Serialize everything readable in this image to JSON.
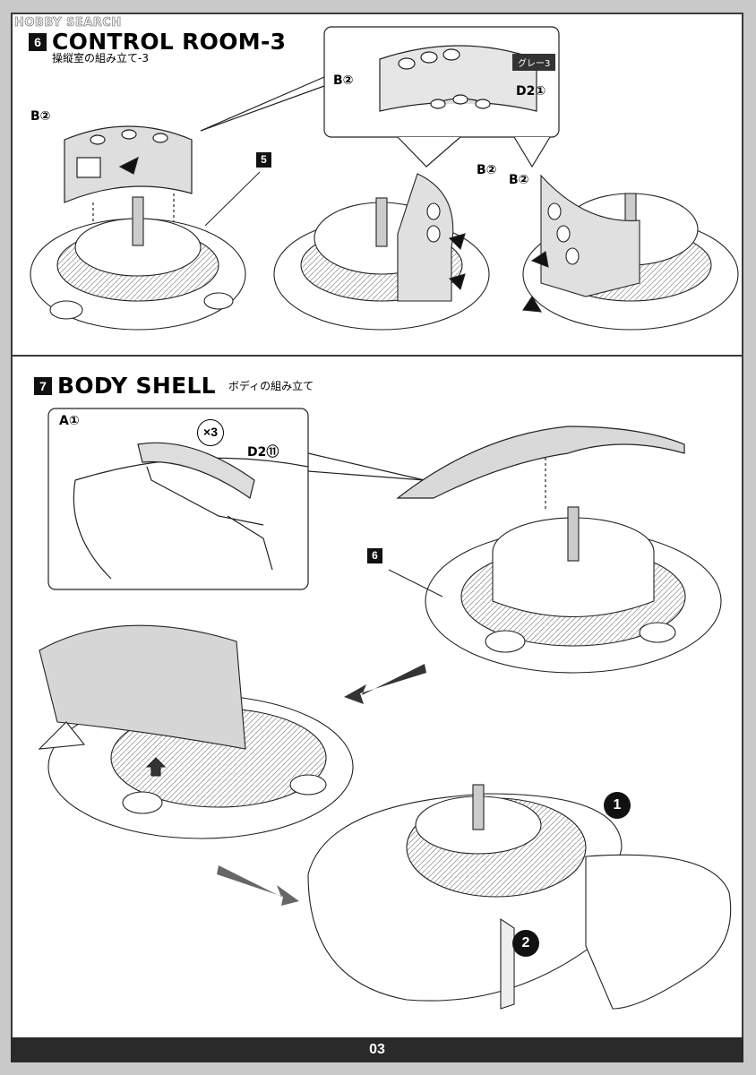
{
  "watermark": "HOBBY SEARCH",
  "step6": {
    "number": "6",
    "title": "CONTROL ROOM-3",
    "subtitle": "操縦室の組み立て-3",
    "labels": {
      "b2_left": "B②",
      "b2_detail": "B②",
      "d2_1": "D2①",
      "b2_mid": "B②",
      "b2_right": "B②"
    },
    "color_tag": "グレー3",
    "ref_step": "5"
  },
  "step7": {
    "number": "7",
    "title": "BODY SHELL",
    "subtitle": "ボディの組み立て",
    "labels": {
      "a1": "A①",
      "d2_11": "D2⑪",
      "multiplier": "×3"
    },
    "ref_step": "6",
    "callouts": [
      "1",
      "2"
    ]
  },
  "page_number": "03"
}
